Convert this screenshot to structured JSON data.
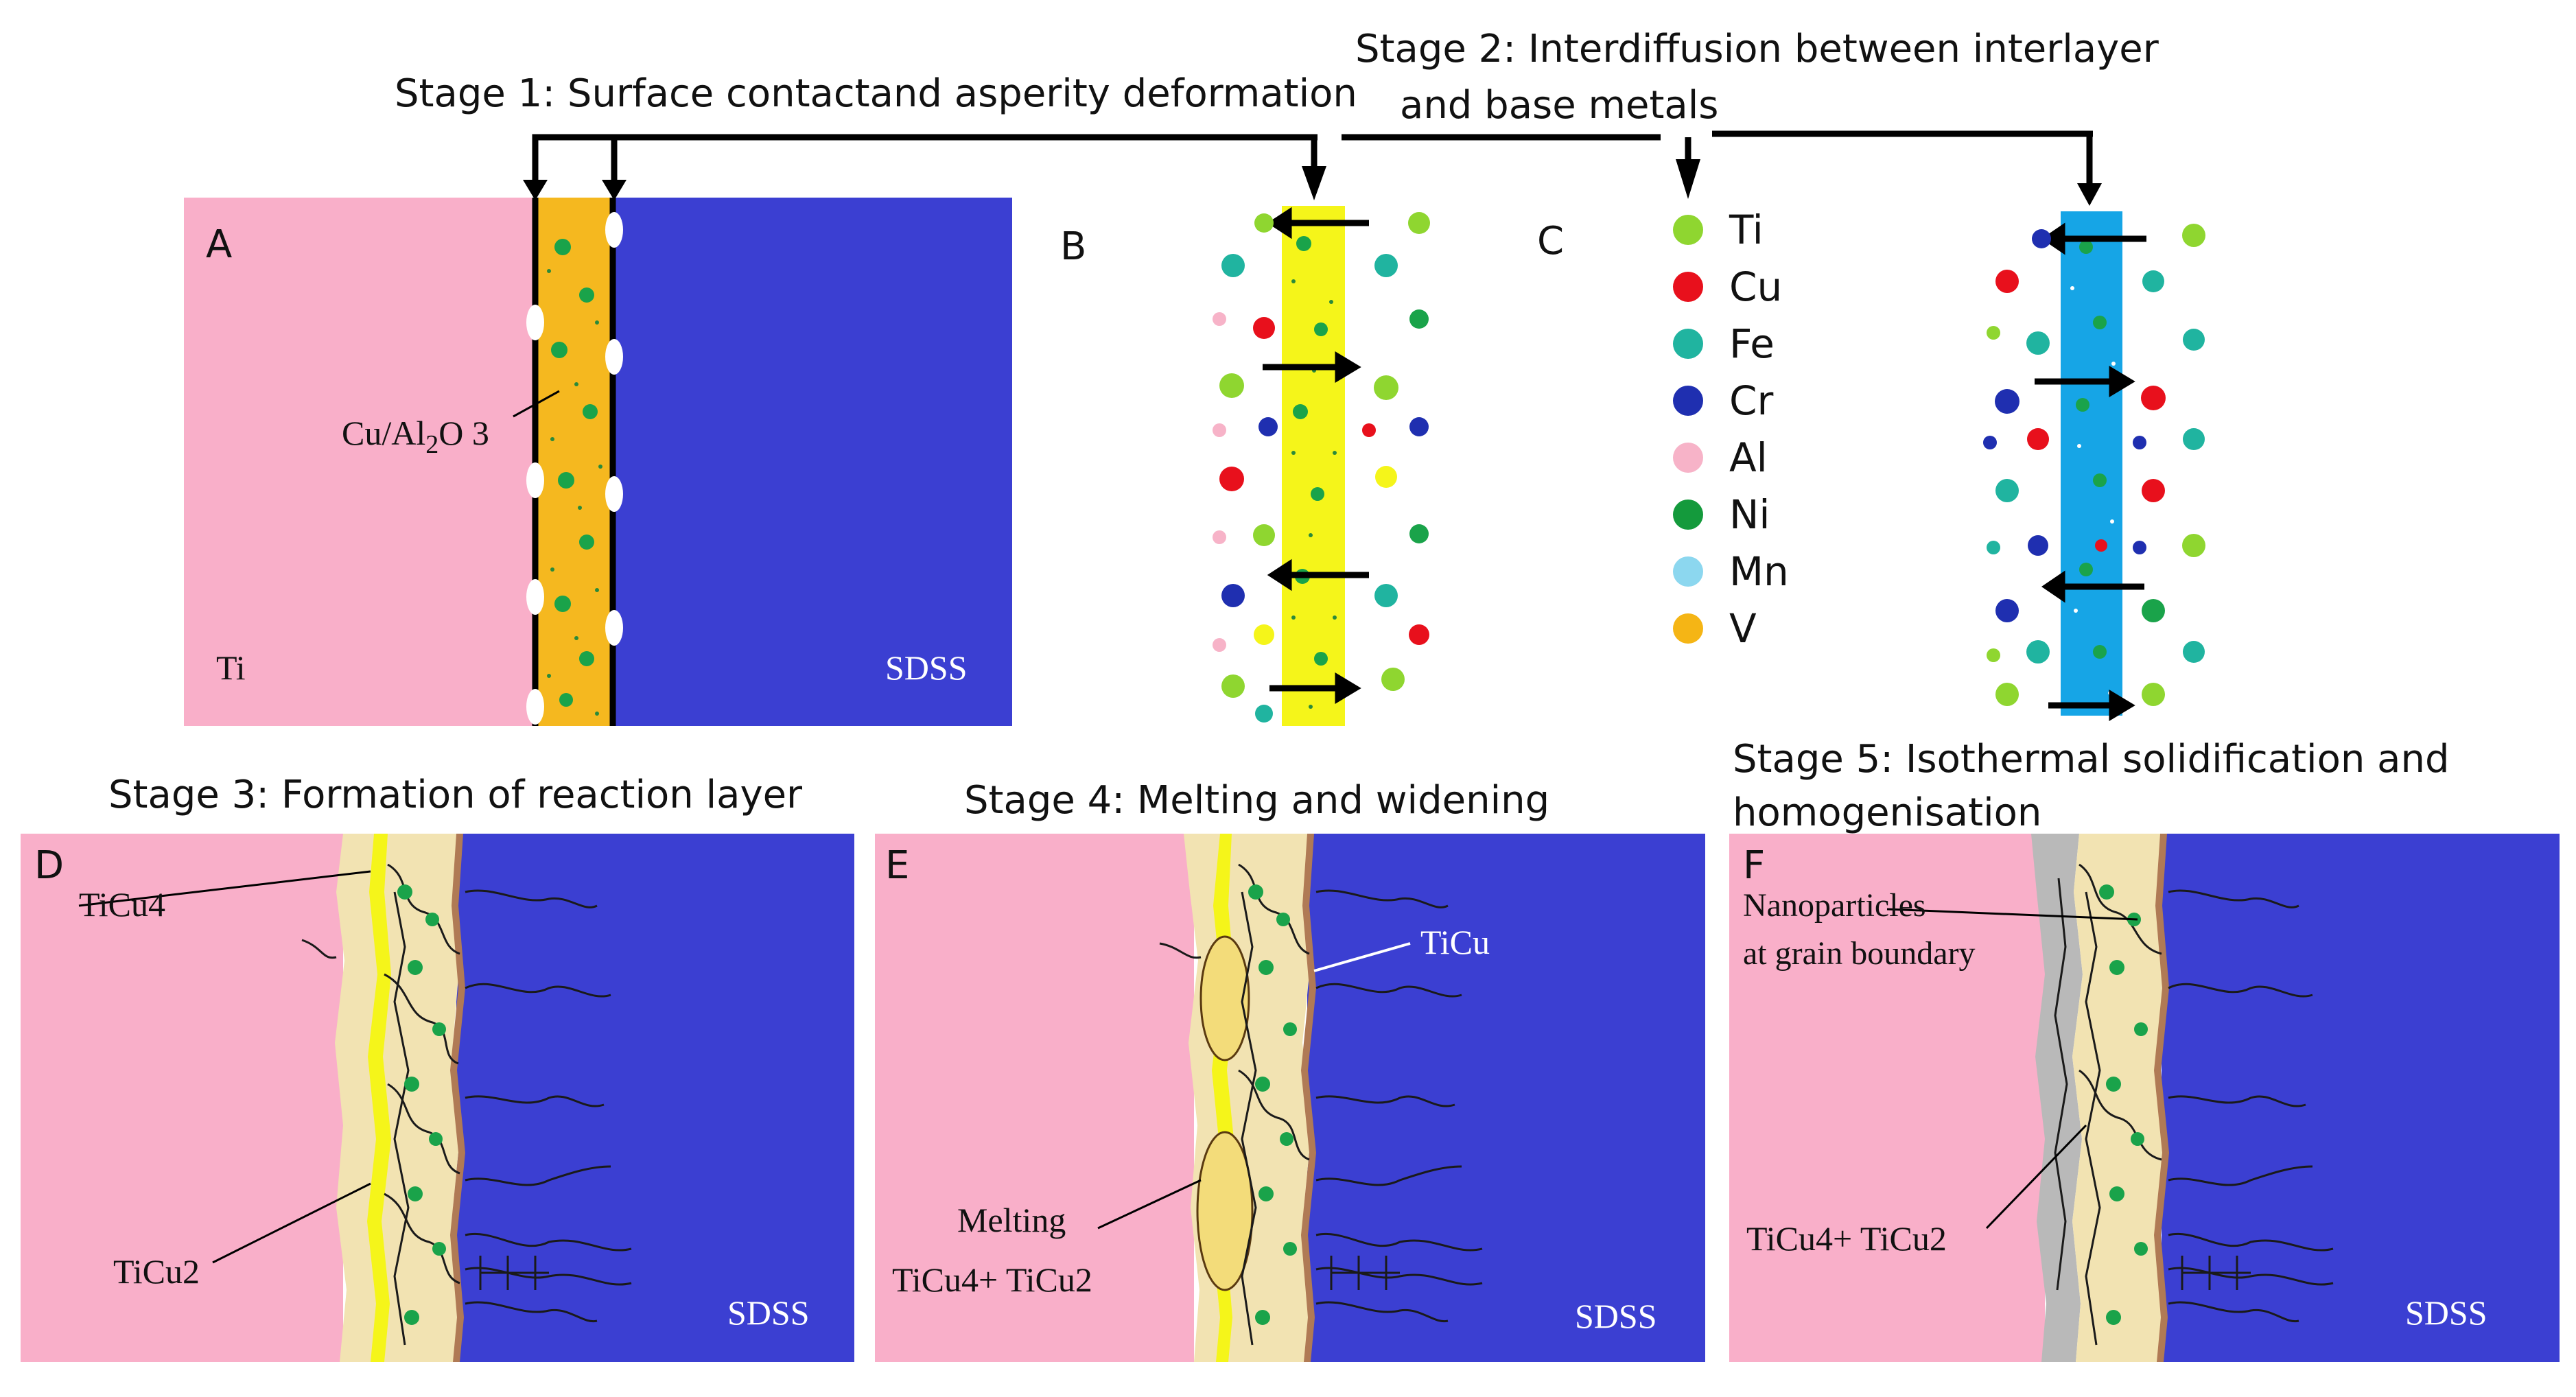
{
  "stages": {
    "stage1": "Stage 1: Surface contactand asperity deformation",
    "stage2_line1": "Stage 2: Interdiffusion between interlayer",
    "stage2_line2": "and base metals",
    "stage3": "Stage 3: Formation of reaction layer",
    "stage4": "Stage 4: Melting and widening",
    "stage5_line1": "Stage 5: Isothermal solidification and",
    "stage5_line2": "homogenisation"
  },
  "panels": {
    "A": {
      "letter": "A",
      "left_metal": "Ti",
      "right_metal": "SDSS",
      "interlayer_main": "Cu/Al",
      "interlayer_sub": "2",
      "interlayer_end": "O 3"
    },
    "B": {
      "letter": "B"
    },
    "C": {
      "letter": "C"
    },
    "D": {
      "letter": "D",
      "phase_top": "TiCu4",
      "phase_bottom": "TiCu2",
      "right_metal": "SDSS"
    },
    "E": {
      "letter": "E",
      "phase_top": "TiCu",
      "melting": "Melting",
      "mix": "TiCu4+ TiCu2",
      "right_metal": "SDSS"
    },
    "F": {
      "letter": "F",
      "nano_line1": "Nanoparticles",
      "nano_line2": "at grain boundary",
      "mix": "TiCu4+ TiCu2",
      "right_metal": "SDSS"
    }
  },
  "legend": [
    {
      "symbol": "Ti",
      "color": "#8fd630"
    },
    {
      "symbol": "Cu",
      "color": "#e8101c"
    },
    {
      "symbol": "Fe",
      "color": "#20b4a0"
    },
    {
      "symbol": "Cr",
      "color": "#1f2fb0"
    },
    {
      "symbol": "Al",
      "color": "#f7b3c8"
    },
    {
      "symbol": "Ni",
      "color": "#149a3c"
    },
    {
      "symbol": "Mn",
      "color": "#8cd7ef"
    },
    {
      "symbol": "V",
      "color": "#f5b515"
    }
  ],
  "colors": {
    "ti_pink": "#f9afc9",
    "sdss_blue": "#3b3fd2",
    "interlayer_orange": "#f5b81f",
    "interlayer_yellow": "#f5f51a",
    "interlayer_cyan": "#16a5e6",
    "reaction_beige": "#f2e3b2",
    "copper_edge": "#b07a55",
    "gray_layer": "#b9b9b9"
  }
}
